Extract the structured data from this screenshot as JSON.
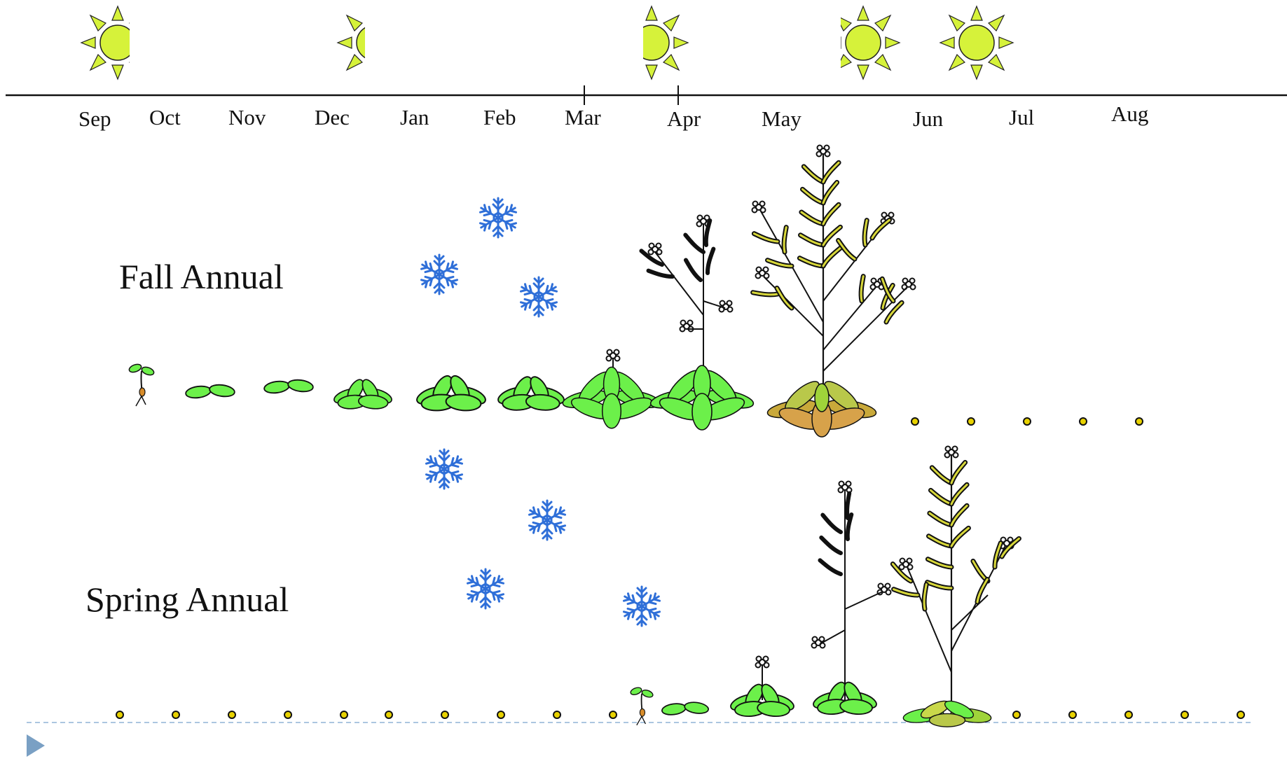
{
  "timeline": {
    "months": [
      "Sep",
      "Oct",
      "Nov",
      "Dec",
      "Jan",
      "Feb",
      "Mar",
      "Apr",
      "May",
      "Jun",
      "Jul",
      "Aug"
    ],
    "tick_marks_at": [
      "Mar",
      "Apr"
    ]
  },
  "sun": {
    "icon": "sun-icon",
    "fill": "#d6f23a",
    "stroke": "#222222",
    "count": 5,
    "visible_fraction": [
      0.42,
      0.3,
      0.6,
      0.8,
      1.0
    ]
  },
  "rows": {
    "fall": {
      "label": "Fall Annual",
      "stages": [
        "seedling",
        "rosette",
        "rosette",
        "rosette",
        "rosette",
        "rosette",
        "bolting",
        "flowering",
        "fruiting-senescing",
        "seed",
        "seed",
        "seed",
        "seed",
        "seed"
      ],
      "snowflakes": 3
    },
    "spring": {
      "label": "Spring Annual",
      "stages": [
        "seed",
        "seed",
        "seed",
        "seed",
        "seed",
        "seed",
        "seed",
        "seed",
        "seed",
        "seed",
        "seedling",
        "rosette",
        "bolting",
        "flowering",
        "fruiting",
        "seed",
        "seed",
        "seed",
        "seed",
        "seed"
      ],
      "snowflakes": 4
    }
  },
  "colors": {
    "leaf": "#6cf04a",
    "leaf_senescent": "#c9a93a",
    "seed": "#e8d200",
    "snowflake": "#2f6fd8",
    "silique": "#c8c800",
    "line": "#111111",
    "baseline_dash": "#8fb4d6",
    "play_marker": "#7aa0c4"
  },
  "icons": [
    "sun-icon",
    "snowflake-icon",
    "seedling-icon",
    "rosette-icon",
    "flowering-plant-icon",
    "seed-icon",
    "play-marker-icon"
  ]
}
